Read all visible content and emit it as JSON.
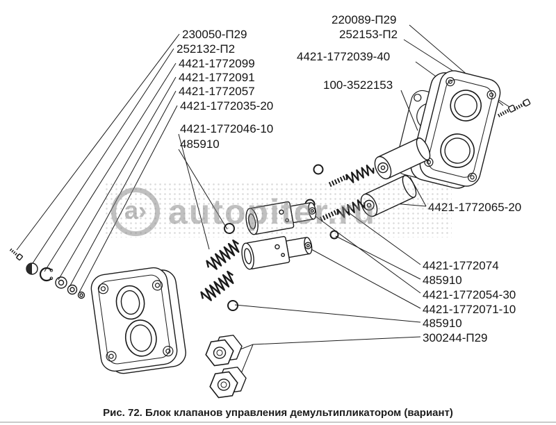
{
  "figure": {
    "caption": "Рис. 72. Блок клапанов управления демультипликатором (вариант)"
  },
  "watermark": {
    "logo": "a›",
    "text": "autopiter.ru"
  },
  "colors": {
    "ink": "#1a1a1a",
    "watermark": "#828282"
  },
  "labels": [
    {
      "text": "230050-П29"
    },
    {
      "text": "252132-П2"
    },
    {
      "text": "4421-1772099"
    },
    {
      "text": "4421-1772091"
    },
    {
      "text": "4421-1772057"
    },
    {
      "text": "4421-1772035-20"
    },
    {
      "text": "4421-1772046-10"
    },
    {
      "text": "485910"
    },
    {
      "text": "220089-П29"
    },
    {
      "text": "252153-П2"
    },
    {
      "text": "4421-1772039-40"
    },
    {
      "text": "100-3522153"
    },
    {
      "text": "4421-1772065-20"
    },
    {
      "text": "4421-1772074"
    },
    {
      "text": "485910"
    },
    {
      "text": "4421-1772054-30"
    },
    {
      "text": "4421-1772071-10"
    },
    {
      "text": "485910"
    },
    {
      "text": "300244-П29"
    }
  ]
}
